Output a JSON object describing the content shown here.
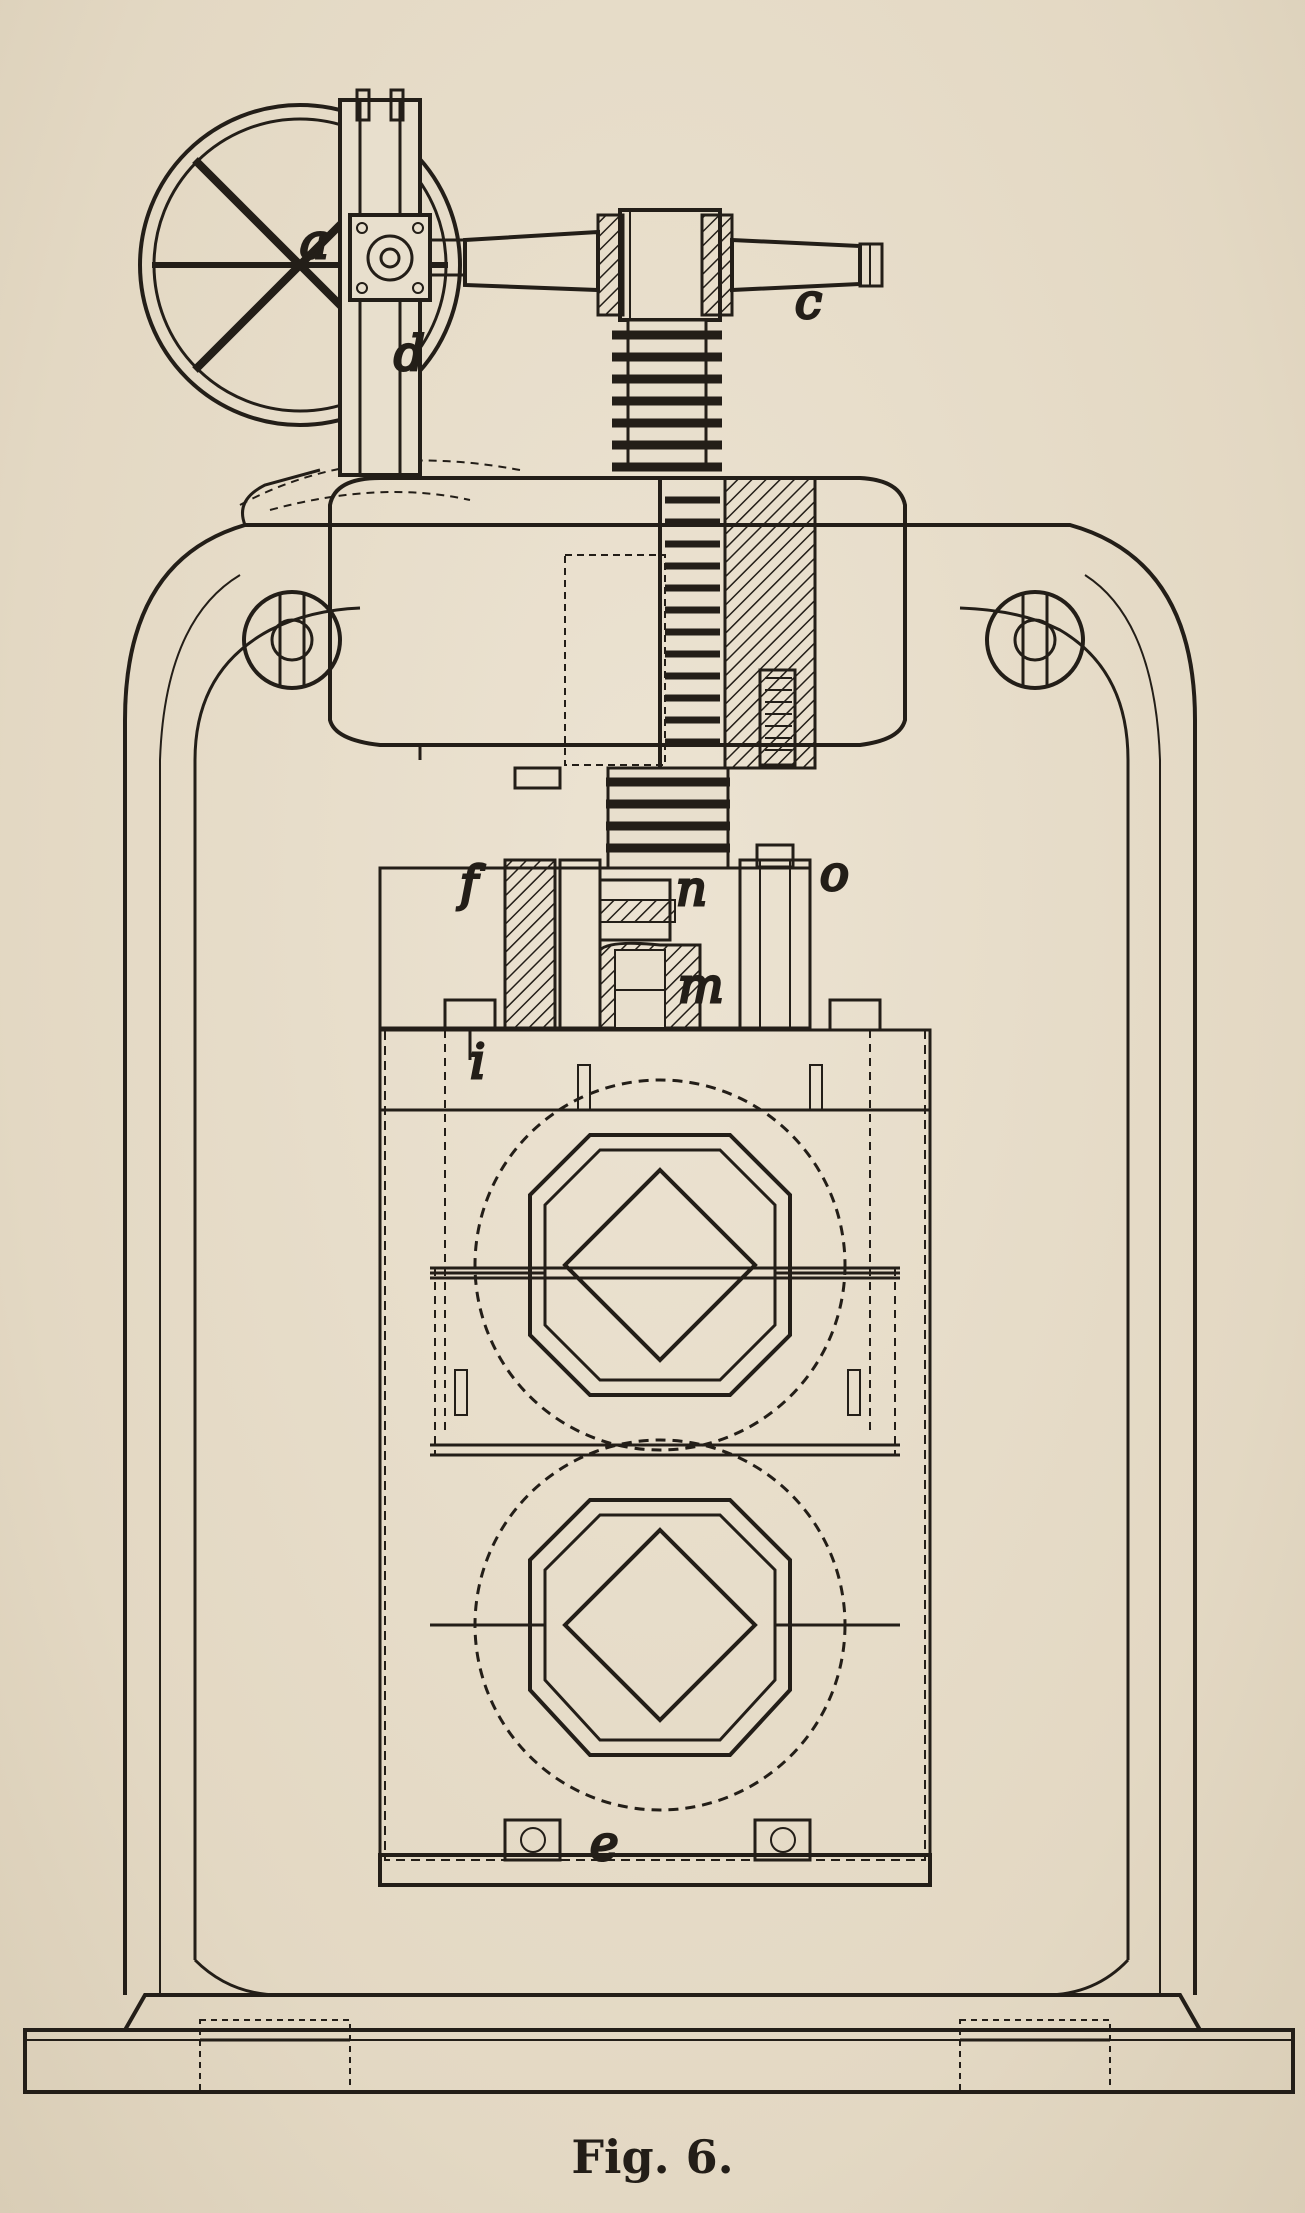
{
  "caption": "Fig. 6.",
  "labels": {
    "a": "a",
    "c": "c",
    "d": "d",
    "e": "e",
    "f": "f",
    "i": "i",
    "m": "m",
    "n": "n",
    "o": "o"
  }
}
